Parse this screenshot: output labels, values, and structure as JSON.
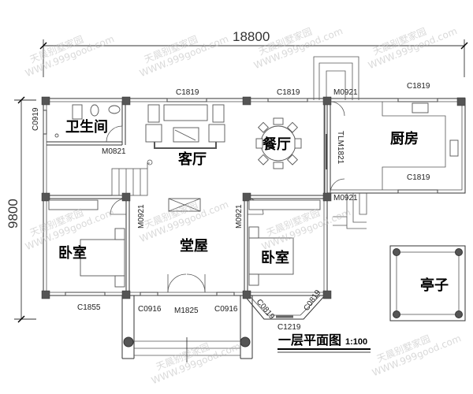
{
  "drawing": {
    "title": "一层平面图",
    "scale": "1:100",
    "overall_width_dim": "18800",
    "overall_depth_dim": "9800"
  },
  "rooms": {
    "bathroom": "卫生间",
    "living_room": "客厅",
    "dining_room": "餐厅",
    "kitchen": "厨房",
    "bedroom_left": "卧室",
    "main_hall": "堂屋",
    "bedroom_right": "卧室",
    "pavilion": "亭子"
  },
  "openings": {
    "window_top_living": "C1819",
    "window_top_dining": "C1819",
    "door_top_kitchen": "M0921",
    "window_top_kitchen": "C1819",
    "window_bathroom_side": "C0919",
    "door_bathroom": "M0821",
    "sliding_door_kitchen": "TLM1821",
    "window_kitchen_bottom": "C1819",
    "door_kitchen_bottom": "M0921",
    "door_bedroom_left": "M0921",
    "door_bedroom_right": "M0921",
    "window_bedroom_left": "C1855",
    "window_front_left": "C0916",
    "door_main_entry": "M1825",
    "window_front_right": "C0916",
    "window_bay_left": "C0819",
    "window_bay_right": "C0819",
    "window_bay_front": "C1219"
  },
  "watermark": {
    "line1": "天晨别墅家园",
    "line2": "WWW.999good.com"
  }
}
